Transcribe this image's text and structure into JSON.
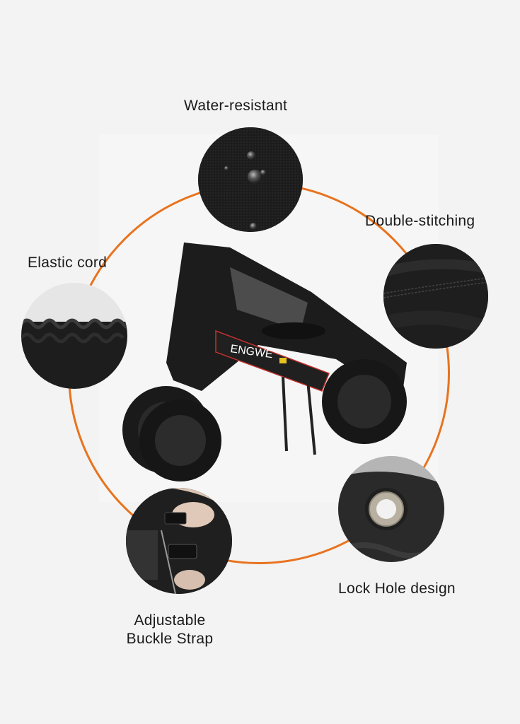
{
  "features": [
    {
      "id": "water-resistant",
      "label": "Water-resistant"
    },
    {
      "id": "double-stitching",
      "label": "Double-stitching"
    },
    {
      "id": "elastic-cord",
      "label": "Elastic cord"
    },
    {
      "id": "lock-hole",
      "label": "Lock Hole design"
    },
    {
      "id": "buckle-strap",
      "label_line1": "Adjustable",
      "label_line2": "Buckle Strap"
    }
  ],
  "product": {
    "brand_on_frame": "ENGWE"
  },
  "colors": {
    "accent_ring": "#e8731e",
    "background": "#f3f3f3",
    "cover": "#1b1b1b"
  }
}
